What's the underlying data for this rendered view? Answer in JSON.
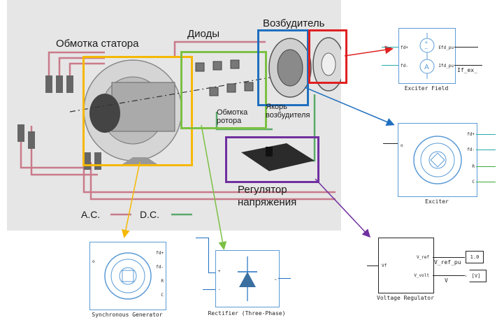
{
  "photo_labels": {
    "stator": "Обмотка статора",
    "diodes": "Диоды",
    "exciter": "Возбудитель",
    "exciter_armature_l1": "Якорь",
    "exciter_armature_l2": "возбудителя",
    "rotor_winding_l1": "Обмотка",
    "rotor_winding_l2": "ротора",
    "regulator_l1": "Регулятор",
    "regulator_l2": "напряжения",
    "legend_ac": "A.C.",
    "legend_dc": "D.C."
  },
  "blocks": {
    "exciter_field": {
      "caption": "Exciter Field",
      "ports_left": [
        "fd+",
        "fd-"
      ],
      "ports_right": [
        "Efd_pu",
        "Ifd_pu"
      ],
      "signal_out": "If_ex_"
    },
    "exciter": {
      "caption": "Exciter",
      "ports_right": [
        "fd+",
        "fd-",
        "R",
        "C"
      ],
      "port_left": "o"
    },
    "synchronous_generator": {
      "caption": "Synchronous Generator",
      "ports_right": [
        "fd+",
        "fd-",
        "R",
        "C"
      ],
      "port_left": "o"
    },
    "rectifier": {
      "caption": "Rectifier (Three-Phase)",
      "ports_left": [
        "+",
        "-"
      ],
      "port_right": "~"
    },
    "voltage_regulator": {
      "caption": "Voltage Regulator",
      "port_left": "Vf",
      "ports_right": [
        "V_ref",
        "V_volt"
      ],
      "ref_label": "V_ref_pu",
      "ref_value": "1.0",
      "meas_label": "V",
      "meas_tag": "[V]"
    }
  },
  "colors": {
    "stator": "#f5b800",
    "diodes": "#7bc043",
    "exciter": "#1f6fbf",
    "exciter_field": "#e02020",
    "regulator": "#7030a0",
    "ac": "#c97b8a",
    "dc": "#5aa96a",
    "block_border": "#5c9bd5"
  }
}
